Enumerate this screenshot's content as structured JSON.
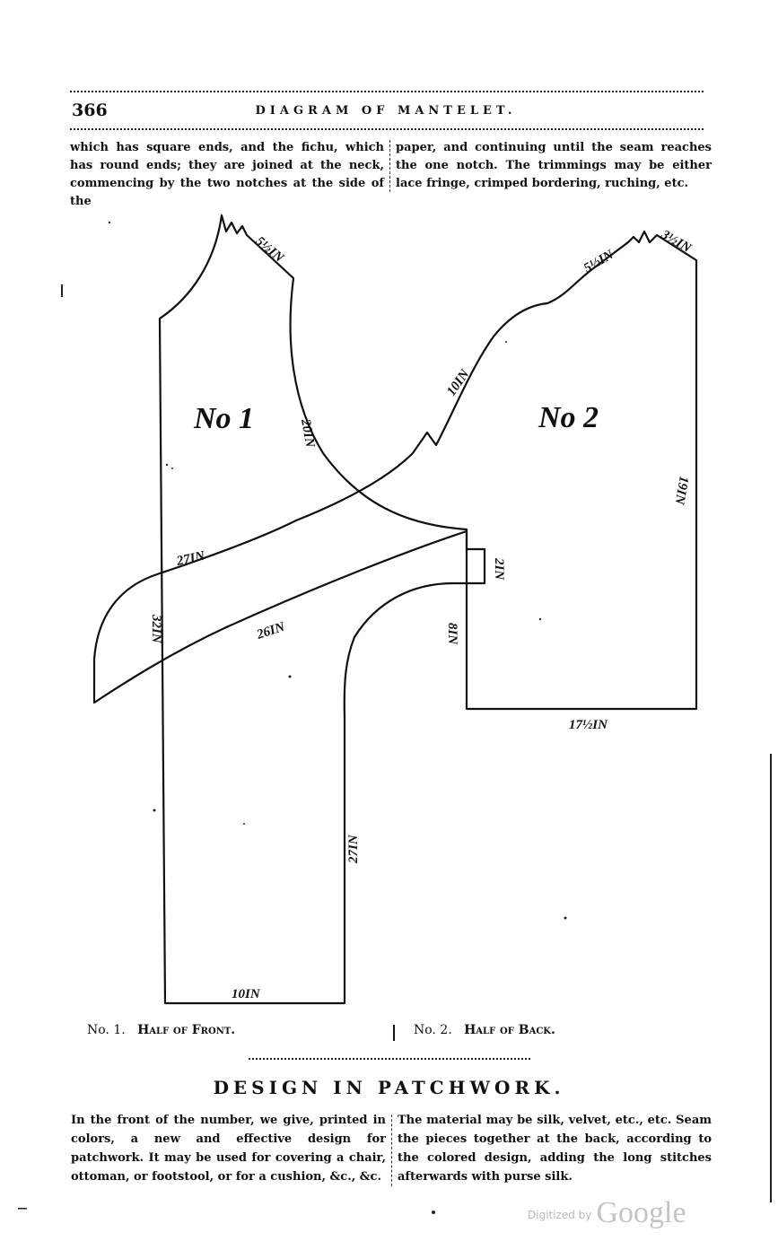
{
  "header": {
    "page_number": "366",
    "running_title": "DIAGRAM OF MANTELET."
  },
  "intro": {
    "left_column": "which has square ends, and the fichu, which has round ends; they are joined at the neck, commencing by the two notches at the side of the",
    "right_column": "paper, and continuing until the seam reaches the one notch. The trimmings may be either lace fringe, crimped bordering, ruching, etc."
  },
  "diagram": {
    "piece1_label": "No 1",
    "piece2_label": "No 2",
    "measurements": {
      "neck1": "5½IN",
      "armhole1": "20IN",
      "bodice1": "27IN",
      "side1": "32IN",
      "diag1": "26IN",
      "front_edge1": "27IN",
      "bottom1": "10IN",
      "shoulder2a": "5½IN",
      "shoulder2b": "3½IN",
      "curve2": "10IN",
      "right2": "19IN",
      "notch2": "2IN",
      "inner2": "8IN",
      "bottom2": "17½IN"
    }
  },
  "captions": {
    "no1": "No. 1.",
    "no1_desc": "Half of Front.",
    "no2": "No. 2.",
    "no2_desc": "Half of Back."
  },
  "section": {
    "heading": "DESIGN IN PATCHWORK.",
    "left_column": "In the front of the number, we give, printed in colors, a new and effective design for patchwork. It may be used for covering a chair, ottoman, or footstool, or for a cushion, &c., &c.",
    "right_column": "The material may be silk, velvet, etc., etc. Seam the pieces together at the back, according to the colored design, adding the long stitches afterwards with purse silk."
  },
  "watermark": {
    "prefix": "Digitized by",
    "brand": "Google"
  }
}
